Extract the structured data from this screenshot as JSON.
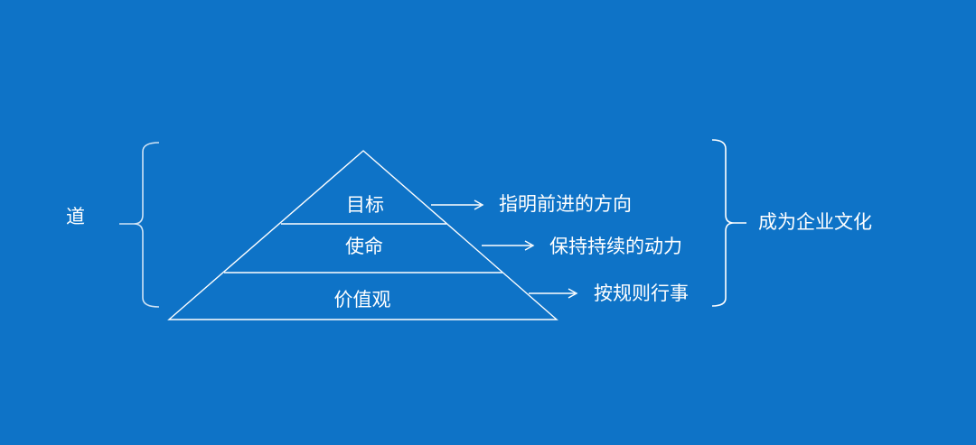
{
  "diagram": {
    "background_color": "#0E73C7",
    "stroke_color": "#ffffff",
    "left_label": "道",
    "pyramid_levels": [
      {
        "label": "目标",
        "description": "指明前进的方向"
      },
      {
        "label": "使命",
        "description": "保持持续的动力"
      },
      {
        "label": "价值观",
        "description": "按规则行事"
      }
    ],
    "right_label": "成为企业文化"
  }
}
